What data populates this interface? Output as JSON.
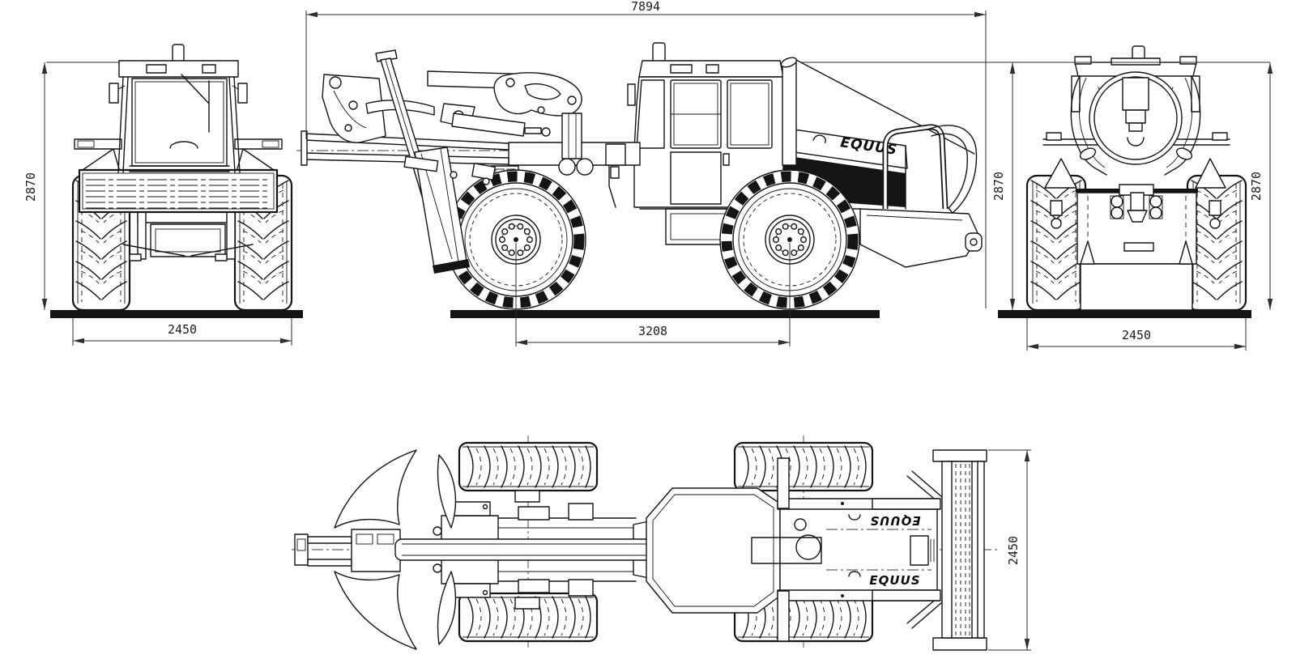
{
  "canvas": {
    "background": "#ffffff",
    "line_color": "#141414",
    "dimension_color": "#2e2e2e"
  },
  "brand": {
    "name": "EQUUS"
  },
  "dimensions": {
    "overall_length": "7894",
    "height_front": "2870",
    "height_side": "2870",
    "height_rear": "2870",
    "width_front": "2450",
    "width_rear": "2450",
    "blade_width_top": "2450",
    "wheelbase": "3208"
  }
}
